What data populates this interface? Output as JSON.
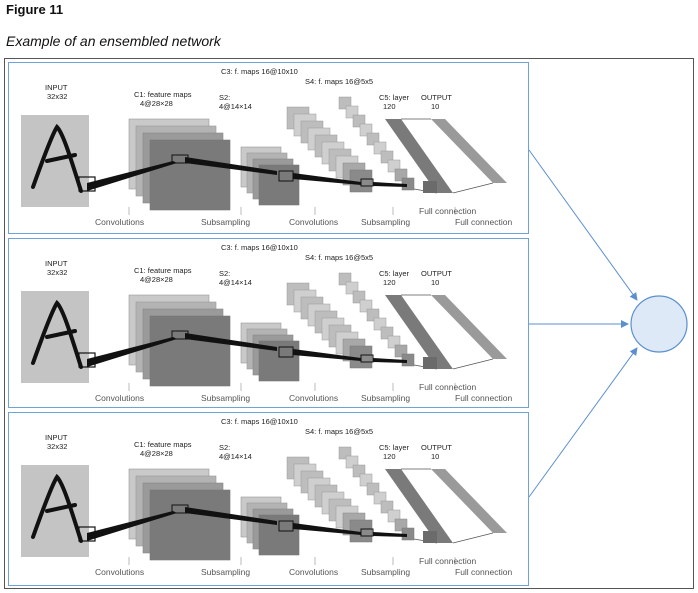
{
  "figure": {
    "heading": "Figure 11",
    "caption": "Example of an ensembled network"
  },
  "network": {
    "input_label": "INPUT",
    "input_size": "32x32",
    "c1_label": "C1: feature maps",
    "c1_size": "4@28×28",
    "s2_label": "S2:",
    "s2_size": "4@14×14",
    "c3_label": "C3: f. maps 16@10x10",
    "s4_label": "S4: f. maps 16@5x5",
    "c5_label": "C5: layer",
    "c5_size": "120",
    "output_label": "OUTPUT",
    "output_size": "10",
    "op_convolutions_1": "Convolutions",
    "op_subsampling_1": "Subsampling",
    "op_convolutions_2": "Convolutions",
    "op_subsampling_2": "Subsampling",
    "op_full_connection_1": "Full connection",
    "op_full_connection_2": "Full connection"
  },
  "colors": {
    "panel_border": "#6fa3d6",
    "arrow": "#5b8fd0",
    "node_fill": "#dde9f6",
    "node_stroke": "#5b8fd0"
  },
  "panel_count": 3
}
